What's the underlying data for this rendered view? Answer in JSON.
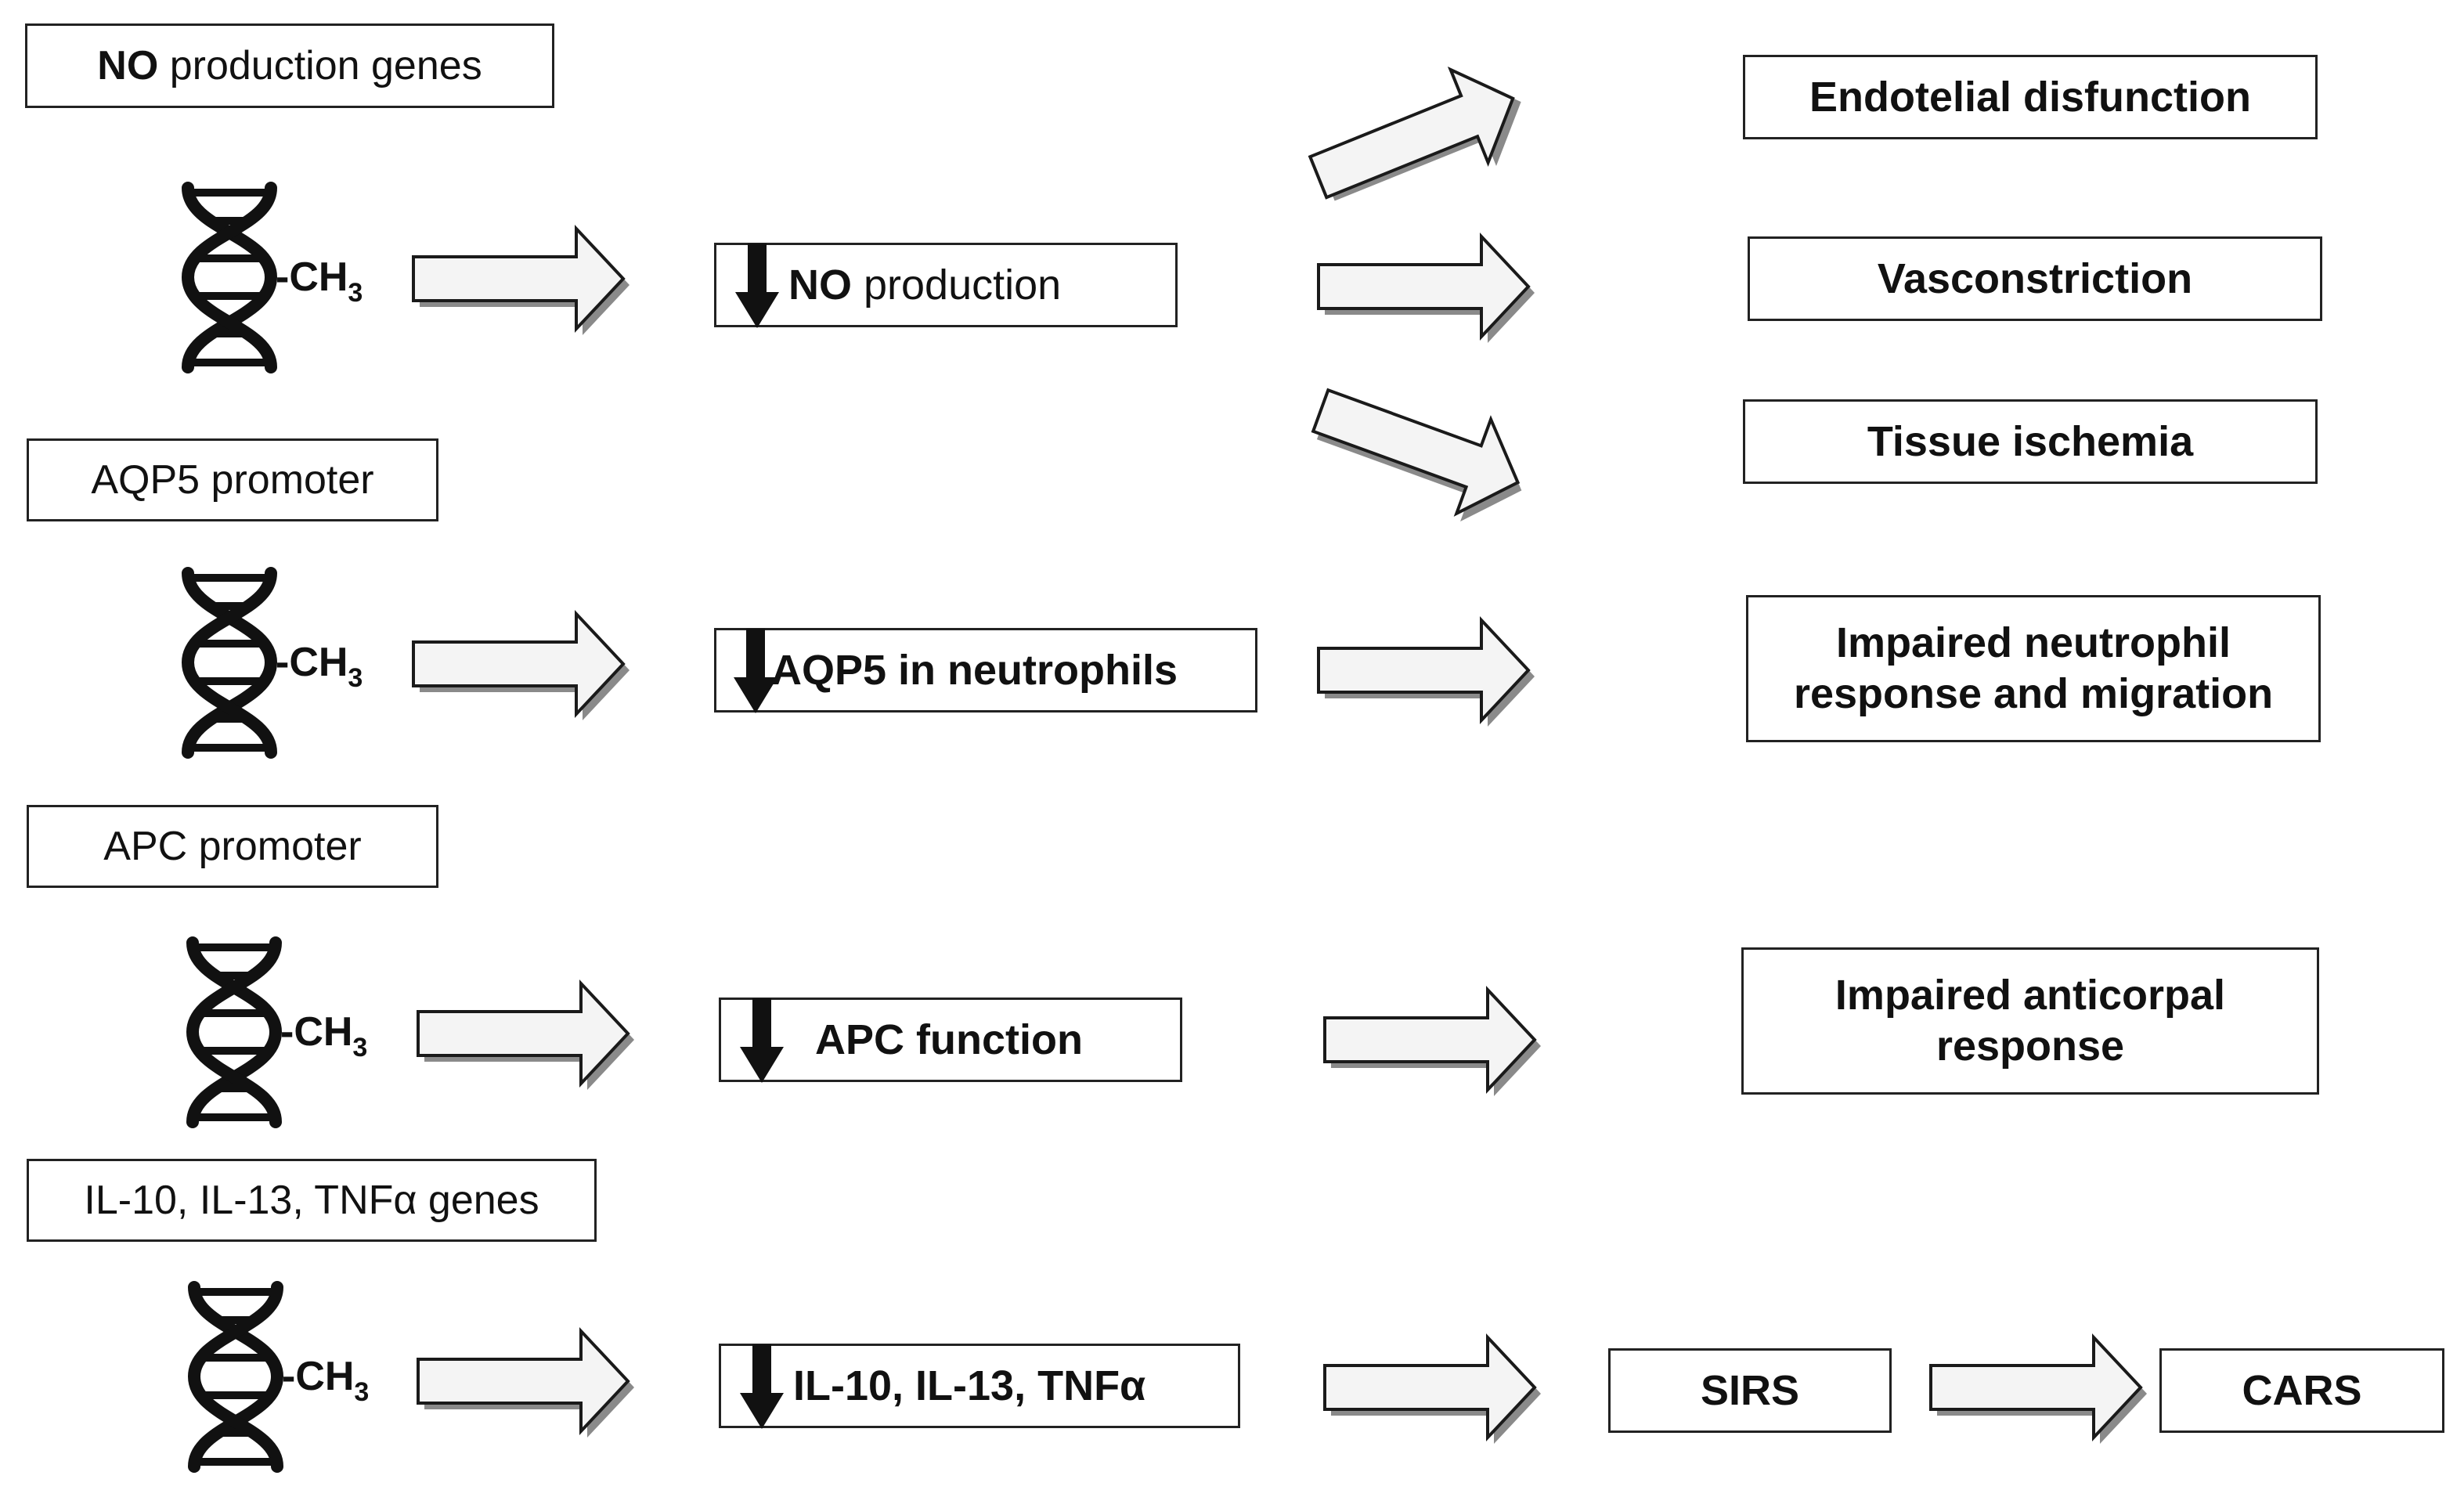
{
  "rows": [
    {
      "label_bold": "NO",
      "label_rest": " production genes",
      "methyl": "-CH",
      "methyl_sub": "3",
      "mid_bold": "NO",
      "mid_rest": " production",
      "outcomes": [
        "Endotelial disfunction",
        "Vasconstriction",
        "Tissue ischemia"
      ]
    },
    {
      "label": "AQP5 promoter",
      "methyl": "-CH",
      "methyl_sub": "3",
      "mid": "AQP5 in neutrophils",
      "outcome": "Impaired neutrophil response and migration"
    },
    {
      "label": "APC promoter",
      "methyl": "-CH",
      "methyl_sub": "3",
      "mid": "APC function",
      "outcome": "Impaired anticorpal response"
    },
    {
      "label": "IL-10, IL-13, TNFα genes",
      "methyl": "-CH",
      "methyl_sub": "3",
      "mid": "IL-10, IL-13, TNFα",
      "outcome_1": "SIRS",
      "outcome_2": "CARS"
    }
  ],
  "icons": {
    "dna": "dna-double-helix-icon",
    "arrow": "block-right-arrow-icon",
    "down": "down-arrow-icon"
  }
}
